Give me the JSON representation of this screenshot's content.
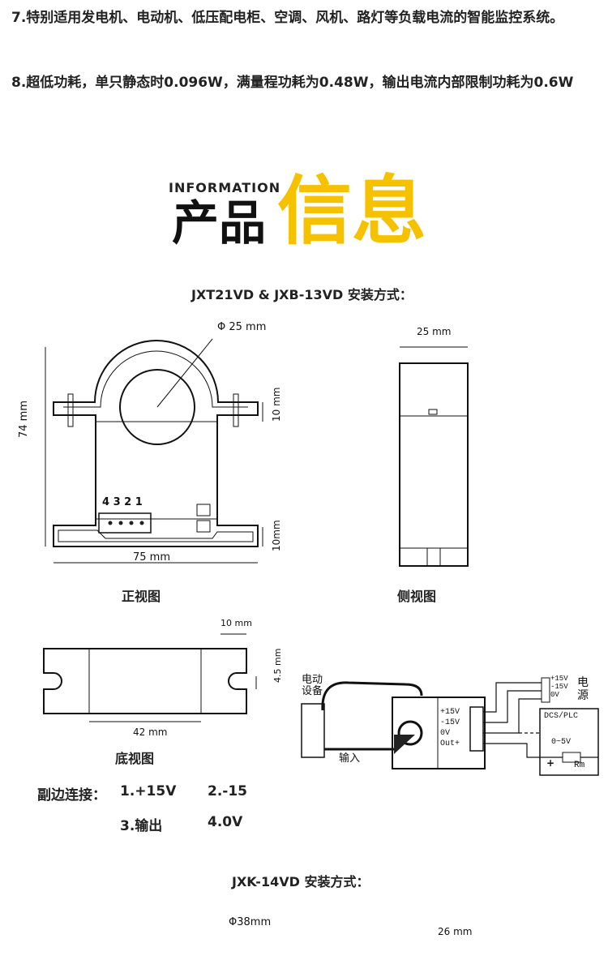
{
  "features": {
    "item7": "7.特别适用发电机、电动机、低压配电柜、空调、风机、路灯等负载电流的智能监控系统。",
    "item8": "8.超低功耗，单只静态时0.096W，满量程功耗为0.48W，输出电流内部限制功耗为0.6W"
  },
  "heading": {
    "en": "INFORMATION",
    "cn_black": "产品",
    "cn_gold": "信息"
  },
  "install1": {
    "title": "JXT21VD  &  JXB-13VD 安装方式：",
    "front": {
      "caption": "正视图",
      "dim_diameter": "Φ 25 mm",
      "dim_height": "74 mm",
      "dim_width": "75 mm",
      "dim_slot": "10 mm",
      "dim_base": "10mm",
      "pins": "4 3 2 1"
    },
    "side": {
      "caption": "侧视图",
      "dim_width": "25 mm"
    },
    "bottom": {
      "caption": "底视图",
      "dim_width": "42 mm",
      "dim_slot": "10 mm",
      "dim_hole": "4.5 mm"
    },
    "wiring": {
      "device": [
        "电动",
        "设备"
      ],
      "input": "输入",
      "supply": [
        "电",
        "源"
      ],
      "supply_pins": [
        "+15V",
        "-15V",
        "0V"
      ],
      "terminals": [
        "+15V",
        "-15V",
        "0V",
        "Out+"
      ],
      "dcs": "DCS/PLC",
      "range": "0~5V",
      "rm": "Rm",
      "plus": "+"
    }
  },
  "connection": {
    "label": "副边连接：",
    "items": [
      "1.+15V",
      "2.-15",
      "3.输出",
      "4.0V"
    ]
  },
  "install2": {
    "title": "JXK-14VD 安装方式：",
    "dim_diameter": "Φ38mm",
    "dim_width": "26 mm"
  }
}
